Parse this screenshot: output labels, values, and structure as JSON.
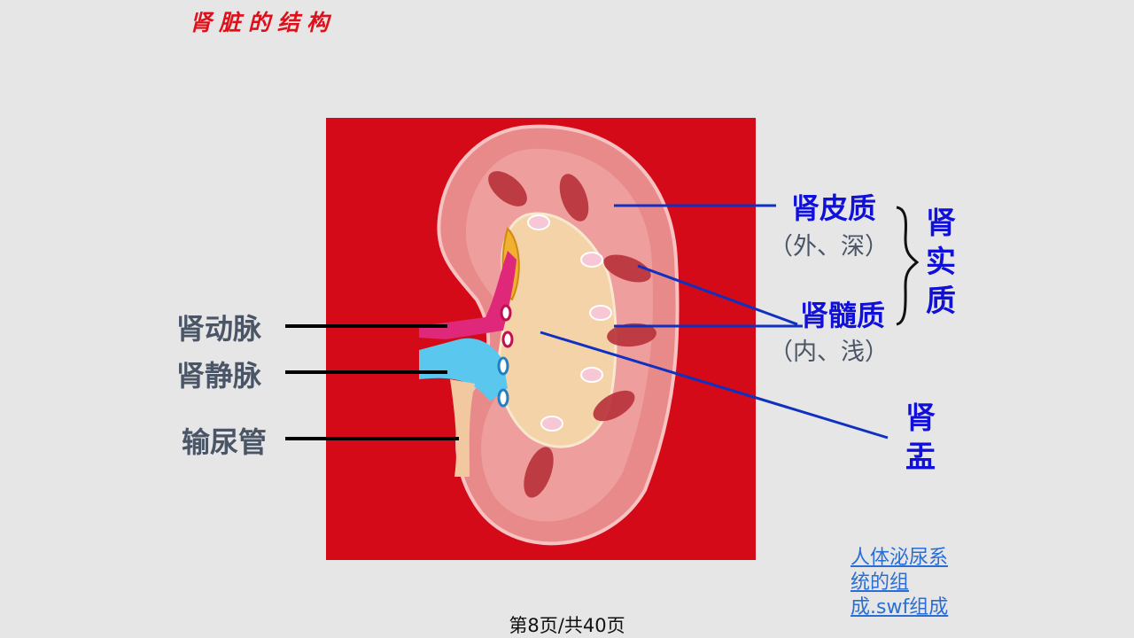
{
  "title": "肾脏的结构",
  "labels": {
    "renal_artery": "肾动脉",
    "renal_vein": "肾静脉",
    "ureter": "输尿管",
    "renal_cortex": "肾皮质",
    "cortex_note": "（外、深）",
    "renal_medulla": "肾髓质",
    "medulla_note": "（内、浅）",
    "renal_parenchyma": [
      "肾",
      "实",
      "质"
    ],
    "renal_pelvis": [
      "肾",
      "盂"
    ]
  },
  "link": {
    "lines": [
      "人体泌尿系",
      "统的组",
      "成.swf组成"
    ]
  },
  "page_number": "第8页/共40页",
  "colors": {
    "background": "#e6e6e6",
    "figure_background": "#d40a18",
    "title": "#e0101a",
    "label_blue": "#1010d8",
    "label_gray": "#4a5566",
    "link": "#2a6ed4"
  }
}
